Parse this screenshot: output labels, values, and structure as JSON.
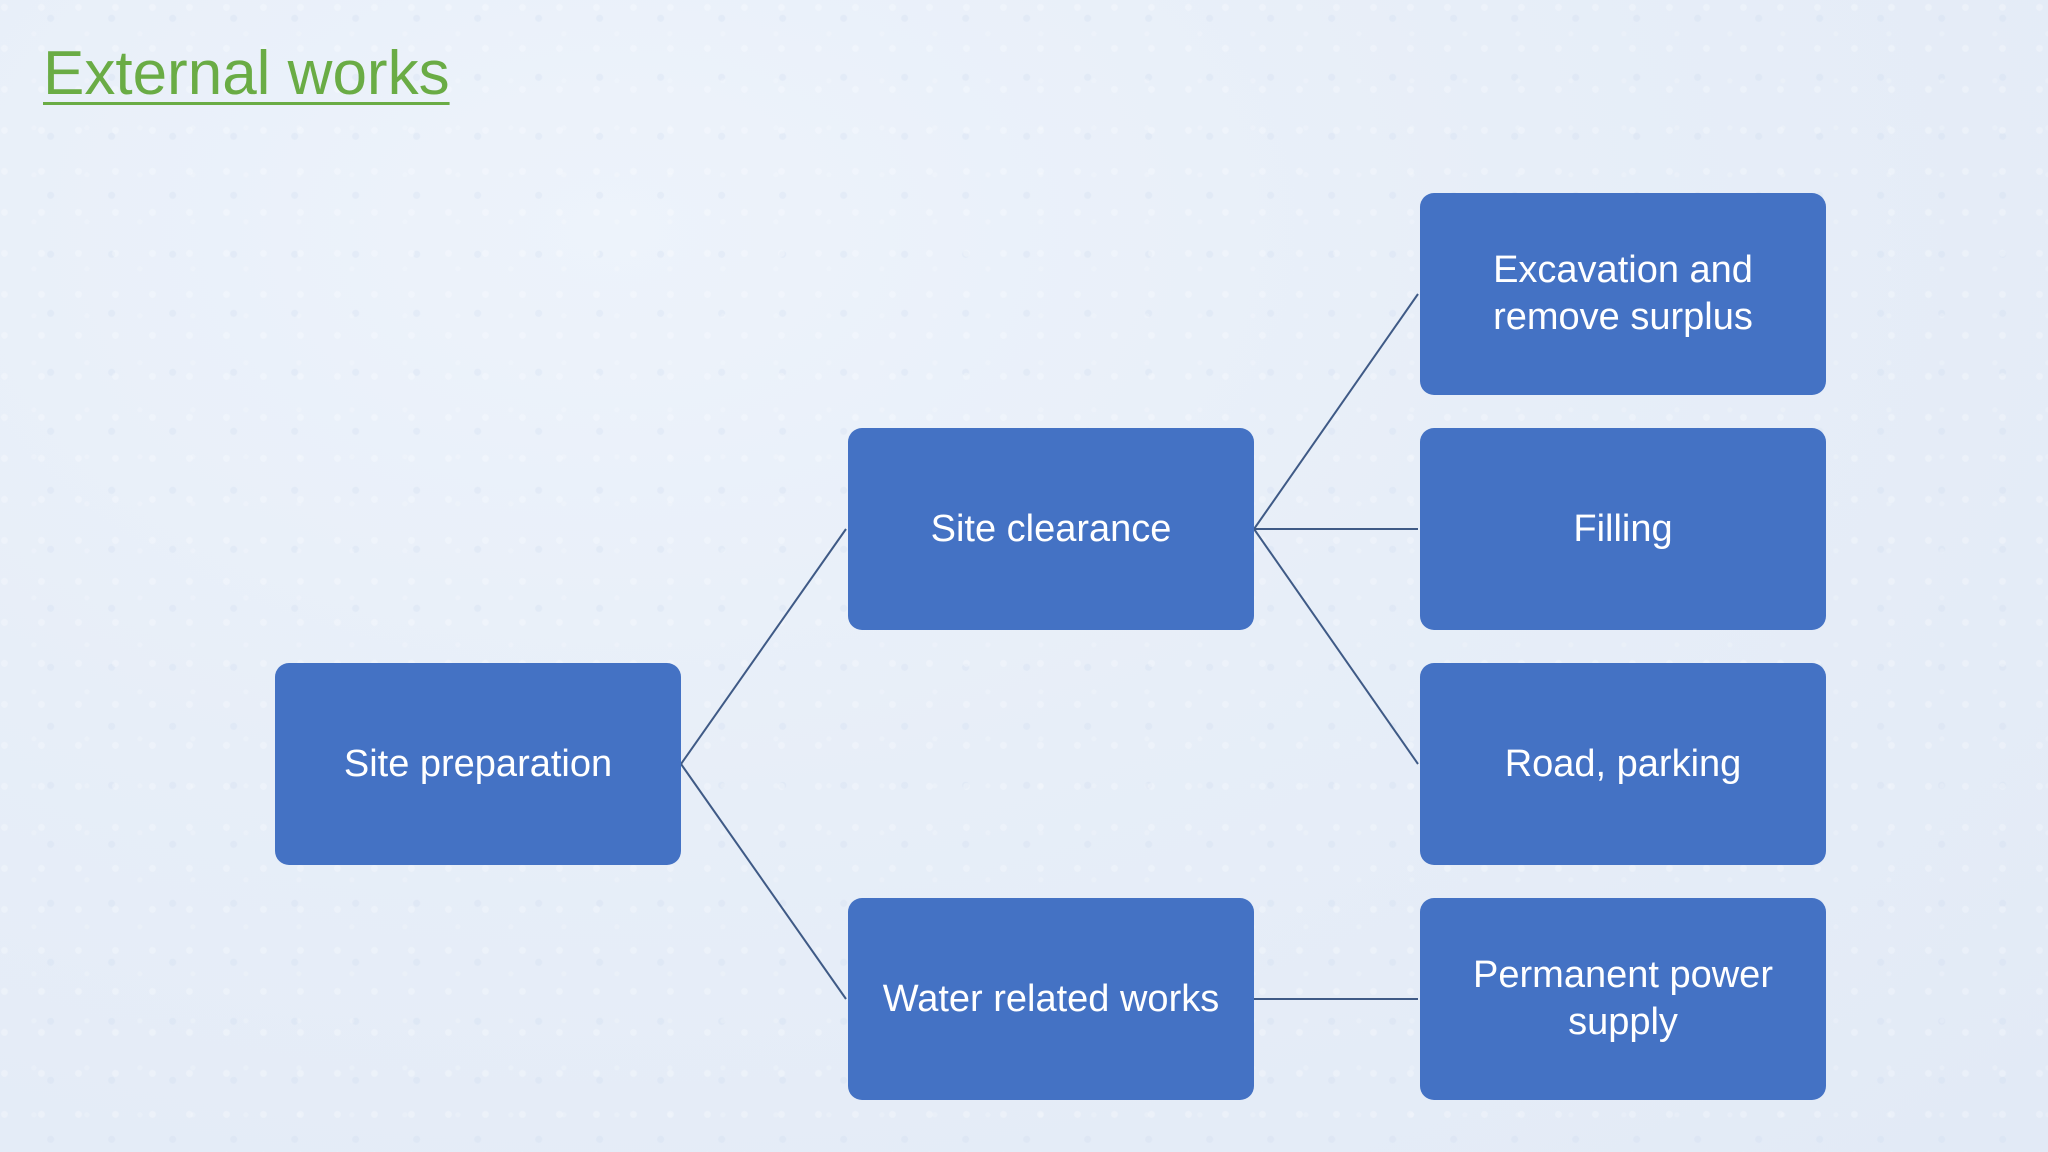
{
  "slide": {
    "title": "External works"
  },
  "diagram": {
    "root": "Site preparation",
    "level1": [
      "Site clearance",
      "Water related works"
    ],
    "level2": [
      "Excavation and\nremove surplus",
      "Filling",
      "Road, parking",
      "Permanent power\nsupply"
    ],
    "edges": [
      [
        "Site preparation",
        "Site clearance"
      ],
      [
        "Site preparation",
        "Water related works"
      ],
      [
        "Site clearance",
        "Excavation and remove surplus"
      ],
      [
        "Site clearance",
        "Filling"
      ],
      [
        "Site clearance",
        "Road, parking"
      ],
      [
        "Water related works",
        "Permanent power supply"
      ]
    ]
  },
  "colors": {
    "title": "#6aac45",
    "node_fill": "#4472c4",
    "node_text": "#ffffff",
    "connector": "#3f5a86"
  }
}
